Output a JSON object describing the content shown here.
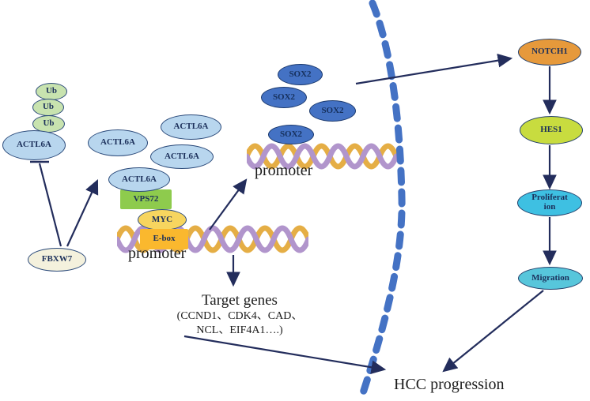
{
  "diagram": {
    "ub": "Ub",
    "actl6a": "ACTL6A",
    "fbxw7": "FBXW7",
    "vps72": "VPS72",
    "myc": "MYC",
    "ebox": "E-box",
    "sox2": "SOX2",
    "notch1": "NOTCH1",
    "hes1": "HES1",
    "proliferation": "Proliferat\nion",
    "migration": "Migration",
    "promoter_upper": "promoter",
    "promoter_lower": "promoter",
    "target_genes_title": "Target genes",
    "target_genes_line1": "(CCND1、CDK4、CAD、",
    "target_genes_line2": "NCL、EIF4A1….)",
    "hcc_progression": "HCC progression"
  },
  "colors": {
    "ub_fill": "#c8e3af",
    "actl6a_fill": "#b8d6ee",
    "fbxw7_fill": "#f4f1dd",
    "sox2_fill": "#4472c4",
    "vps72_fill": "#8ecb4d",
    "myc_fill": "#f7d55f",
    "ebox_fill": "#fab82e",
    "notch1_fill": "#e6993b",
    "hes1_fill": "#c8dc3f",
    "proliferation_fill": "#3ec0e2",
    "migration_fill": "#57c6db",
    "node_text": "#1b2f5a",
    "arrow": "#232d5c",
    "membrane": "#4472c4",
    "helix_gold": "#e5ae45",
    "helix_purple": "#b195cc"
  }
}
